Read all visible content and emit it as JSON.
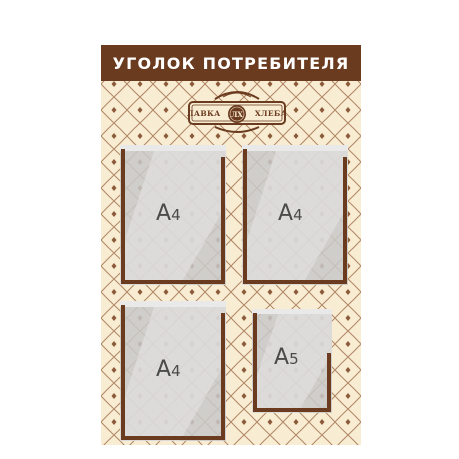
{
  "header": {
    "title": "УГОЛОК ПОТРЕБИТЕЛЯ"
  },
  "logo": {
    "left_word": "ЛАВКА",
    "right_word": "ХЛЕБА",
    "monogram": "ЛХ"
  },
  "pockets": [
    {
      "format": "A",
      "number": "4"
    },
    {
      "format": "A",
      "number": "4"
    },
    {
      "format": "A",
      "number": "4"
    },
    {
      "format": "A",
      "number": "5"
    }
  ],
  "colors": {
    "brown": "#6b3b1f",
    "background": "#f8ecd2",
    "pocket_fill": "#c9c9c9"
  }
}
